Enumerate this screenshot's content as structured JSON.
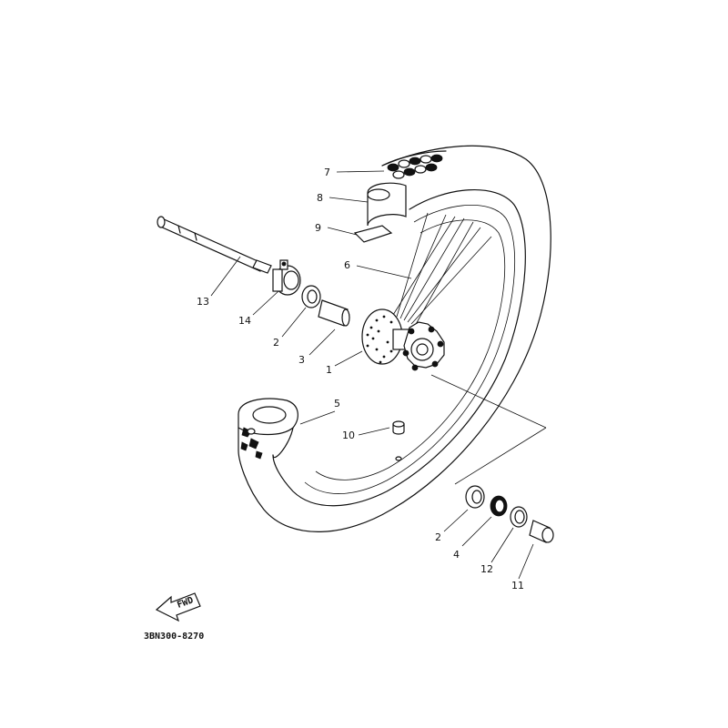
{
  "diagram": {
    "drawing_code": "3BN300-8270",
    "fwd_label": "FWD",
    "callouts": [
      {
        "id": "7",
        "text": "7"
      },
      {
        "id": "8",
        "text": "8"
      },
      {
        "id": "9",
        "text": "9"
      },
      {
        "id": "6",
        "text": "6"
      },
      {
        "id": "13",
        "text": "13"
      },
      {
        "id": "14",
        "text": "14"
      },
      {
        "id": "2a",
        "text": "2"
      },
      {
        "id": "3",
        "text": "3"
      },
      {
        "id": "1",
        "text": "1"
      },
      {
        "id": "5",
        "text": "5"
      },
      {
        "id": "10",
        "text": "10"
      },
      {
        "id": "2b",
        "text": "2"
      },
      {
        "id": "4",
        "text": "4"
      },
      {
        "id": "12",
        "text": "12"
      },
      {
        "id": "11",
        "text": "11"
      }
    ]
  }
}
